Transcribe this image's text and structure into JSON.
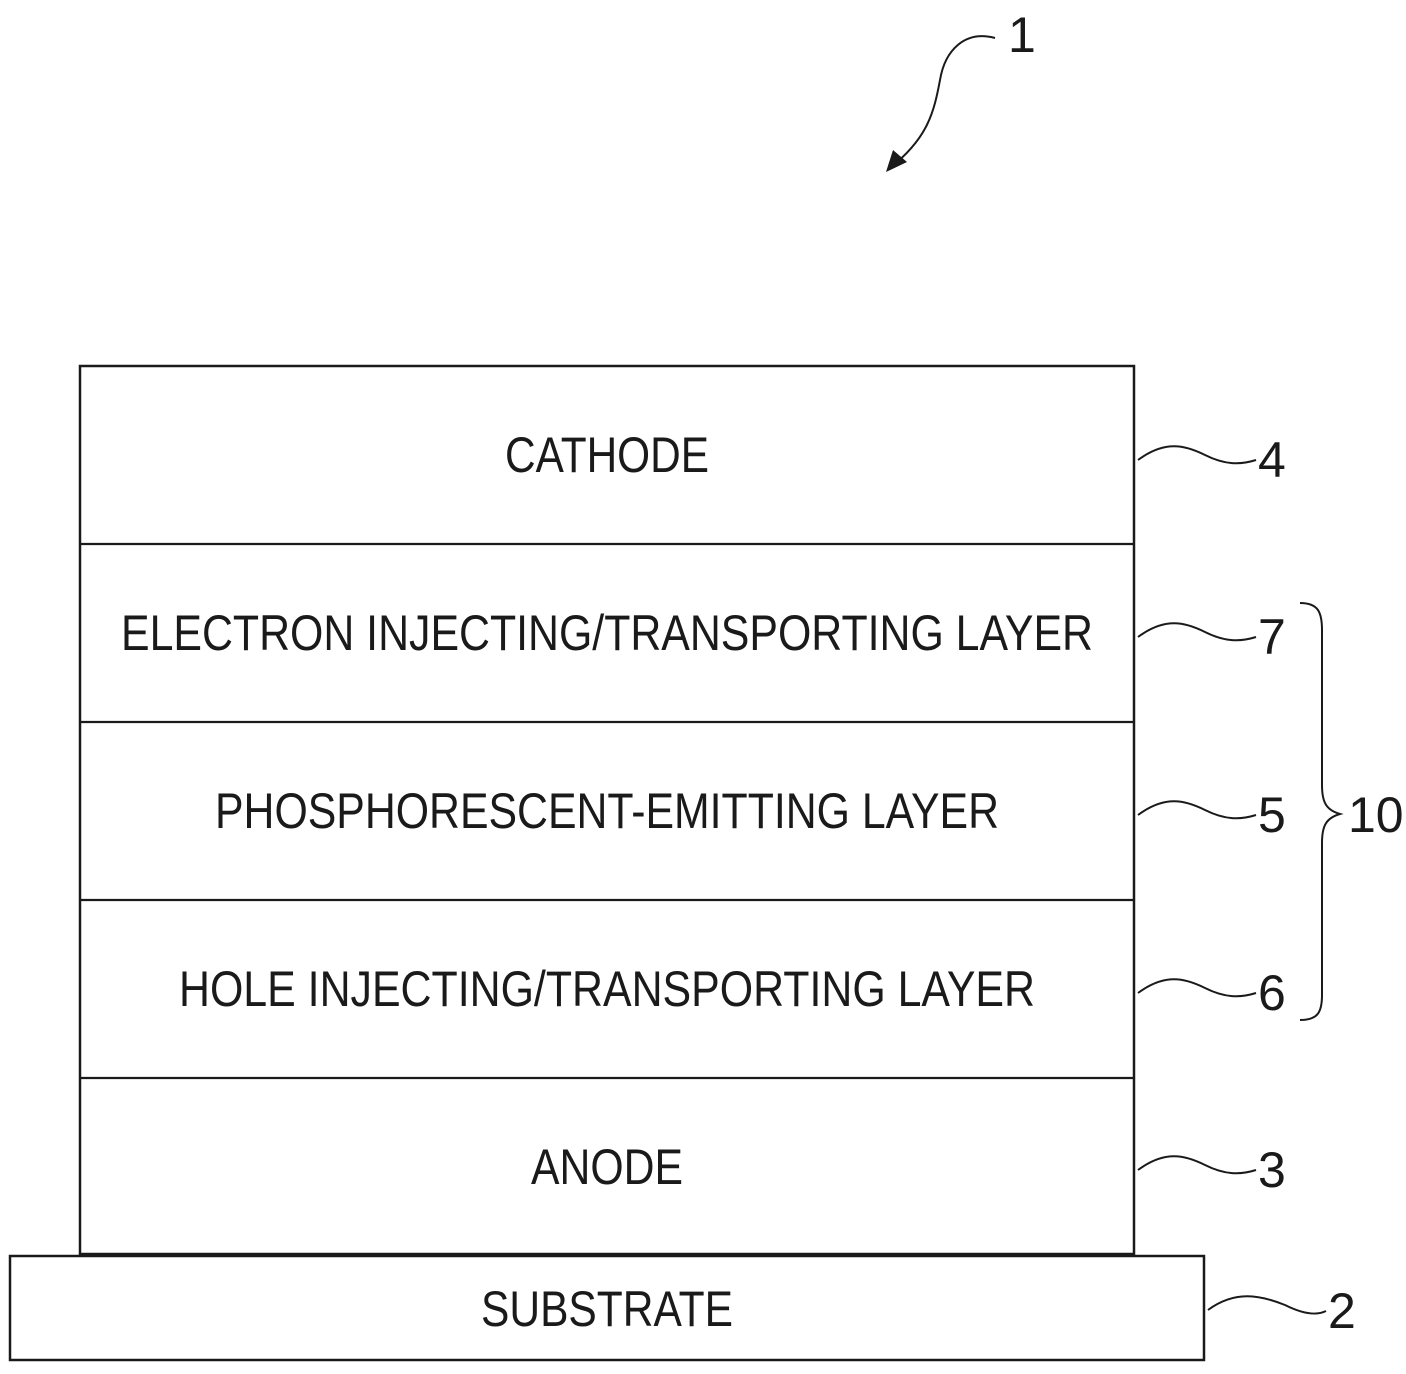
{
  "figure_reference": "1",
  "layers": [
    {
      "id": "cathode",
      "label": "CATHODE",
      "ref": "4"
    },
    {
      "id": "electron-layer",
      "label": "ELECTRON INJECTING/TRANSPORTING LAYER",
      "ref": "7"
    },
    {
      "id": "emitting-layer",
      "label": "PHOSPHORESCENT-EMITTING LAYER",
      "ref": "5"
    },
    {
      "id": "hole-layer",
      "label": "HOLE INJECTING/TRANSPORTING LAYER",
      "ref": "6"
    },
    {
      "id": "anode",
      "label": "ANODE",
      "ref": "3"
    }
  ],
  "substrate": {
    "label": "SUBSTRATE",
    "ref": "2"
  },
  "organic_group": {
    "ref": "10"
  }
}
